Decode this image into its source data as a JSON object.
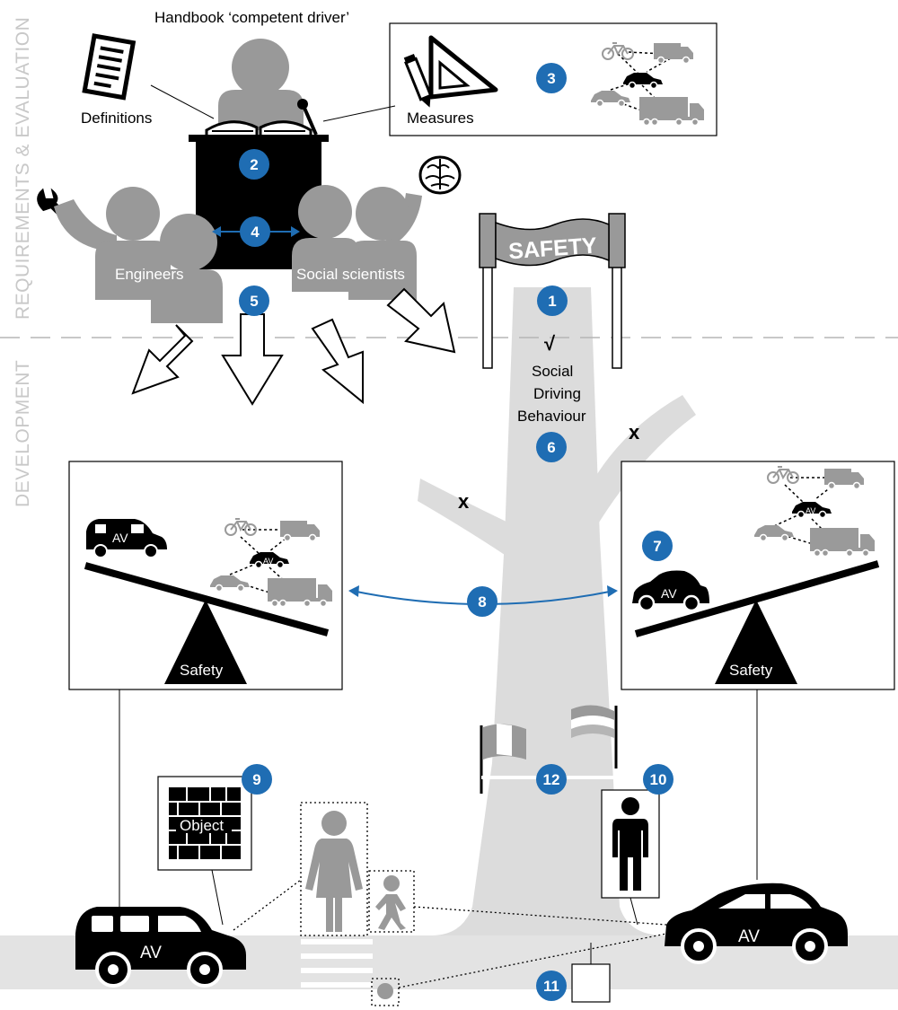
{
  "side_labels": {
    "top": "REQUIREMENTS & EVALUATION",
    "bottom": "DEVELOPMENT"
  },
  "handbook_title": "Handbook ‘competent driver’",
  "definitions_label": "Definitions",
  "measures_label": "Measures",
  "engineers_label": "Engineers",
  "social_scientists_label": "Social scientists",
  "banner_text": "SAFETY",
  "checkmark": "√",
  "trunk_text": [
    "Social",
    "Driving",
    "Behaviour"
  ],
  "branch_marks": [
    "x",
    "x"
  ],
  "av_label": "AV",
  "safety_label": "Safety",
  "object_label": "Object",
  "badges": [
    "1",
    "2",
    "3",
    "4",
    "5",
    "6",
    "7",
    "8",
    "9",
    "10",
    "11",
    "12"
  ],
  "colors": {
    "badge_blue": "#1f6db3",
    "gray": "#999999",
    "light_gray": "#d9d9d9",
    "black": "#000000"
  },
  "icons": [
    "document-icon",
    "pencil-icon",
    "triangle-ruler-icon",
    "wrench-icon",
    "brain-icon",
    "flag-icon",
    "pedestrian-icon",
    "child-icon",
    "man-icon",
    "car-icon",
    "truck-icon",
    "bicycle-icon",
    "van-icon"
  ]
}
